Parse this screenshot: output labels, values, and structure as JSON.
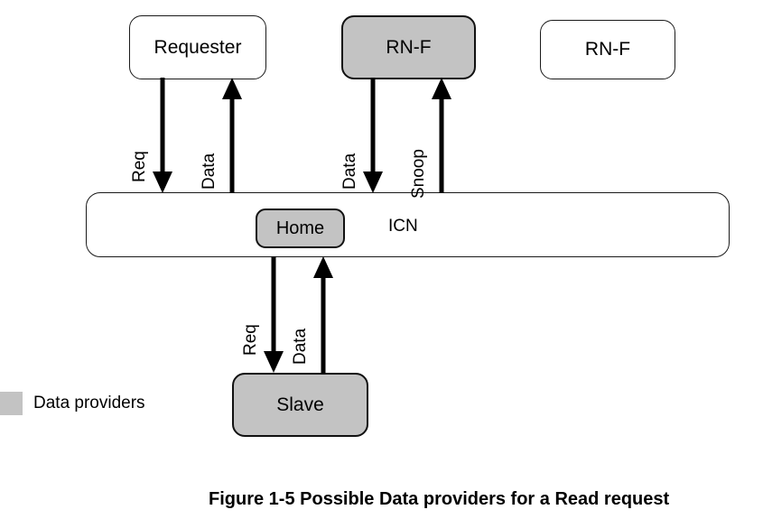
{
  "figure": {
    "caption": "Figure 1-5 Possible Data providers for a Read request",
    "colors": {
      "data_provider_fill": "#c3c3c3",
      "plain_fill": "#ffffff",
      "stroke": "#000000"
    }
  },
  "nodes": {
    "requester": {
      "label": "Requester",
      "fill": "plain"
    },
    "rnf_provider": {
      "label": "RN-F",
      "fill": "data-provider"
    },
    "rnf_plain": {
      "label": "RN-F",
      "fill": "plain"
    },
    "icn": {
      "label": "ICN",
      "fill": "plain"
    },
    "home": {
      "label": "Home",
      "fill": "data-provider"
    },
    "slave": {
      "label": "Slave",
      "fill": "data-provider"
    }
  },
  "edges": [
    {
      "id": "requester-req",
      "label": "Req",
      "from": "requester",
      "to": "icn",
      "direction": "down"
    },
    {
      "id": "requester-data",
      "label": "Data",
      "from": "icn",
      "to": "requester",
      "direction": "up"
    },
    {
      "id": "rnf-data",
      "label": "Data",
      "from": "rnf_provider",
      "to": "icn",
      "direction": "down"
    },
    {
      "id": "rnf-snoop",
      "label": "Snoop",
      "from": "icn",
      "to": "rnf_provider",
      "direction": "up"
    },
    {
      "id": "slave-req",
      "label": "Req",
      "from": "home",
      "to": "slave",
      "direction": "down"
    },
    {
      "id": "slave-data",
      "label": "Data",
      "from": "slave",
      "to": "home",
      "direction": "up"
    }
  ],
  "legend": {
    "swatch_color": "#c3c3c3",
    "label": "Data providers"
  }
}
